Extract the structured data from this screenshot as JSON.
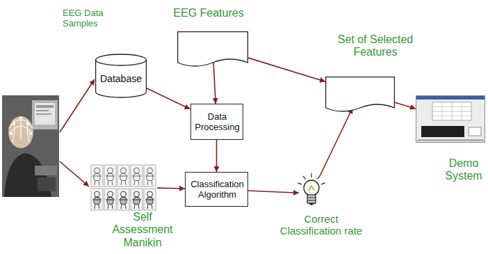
{
  "diagram": {
    "nodes": [
      {
        "text": [
          "EEG Data Samples",
          "Database"
        ]
      },
      {
        "text": [
          "EEG Features"
        ]
      },
      {
        "text": [
          "Data Processing"
        ]
      },
      {
        "text": [
          "Set of Selected Features"
        ]
      },
      {
        "text": [
          "Self Assessment Manikin"
        ]
      },
      {
        "text": [
          "Classification Algorithm"
        ]
      },
      {
        "text": [
          "Correct Classification rate"
        ]
      },
      {
        "text": [
          "Demo System"
        ]
      }
    ],
    "edges": [
      {
        "from": 0,
        "to": 2,
        "arrow": "to"
      },
      {
        "from": 1,
        "to": 2,
        "arrow": "to"
      },
      {
        "from": 1,
        "to": 3,
        "arrow": "to"
      },
      {
        "from": 2,
        "to": 5,
        "arrow": "to"
      },
      {
        "from": 4,
        "to": 5,
        "arrow": "to"
      },
      {
        "from": 5,
        "to": 6,
        "arrow": "to"
      },
      {
        "from": 6,
        "to": 3,
        "arrow": "to"
      },
      {
        "from": 3,
        "to": 7,
        "arrow": "to"
      }
    ]
  }
}
